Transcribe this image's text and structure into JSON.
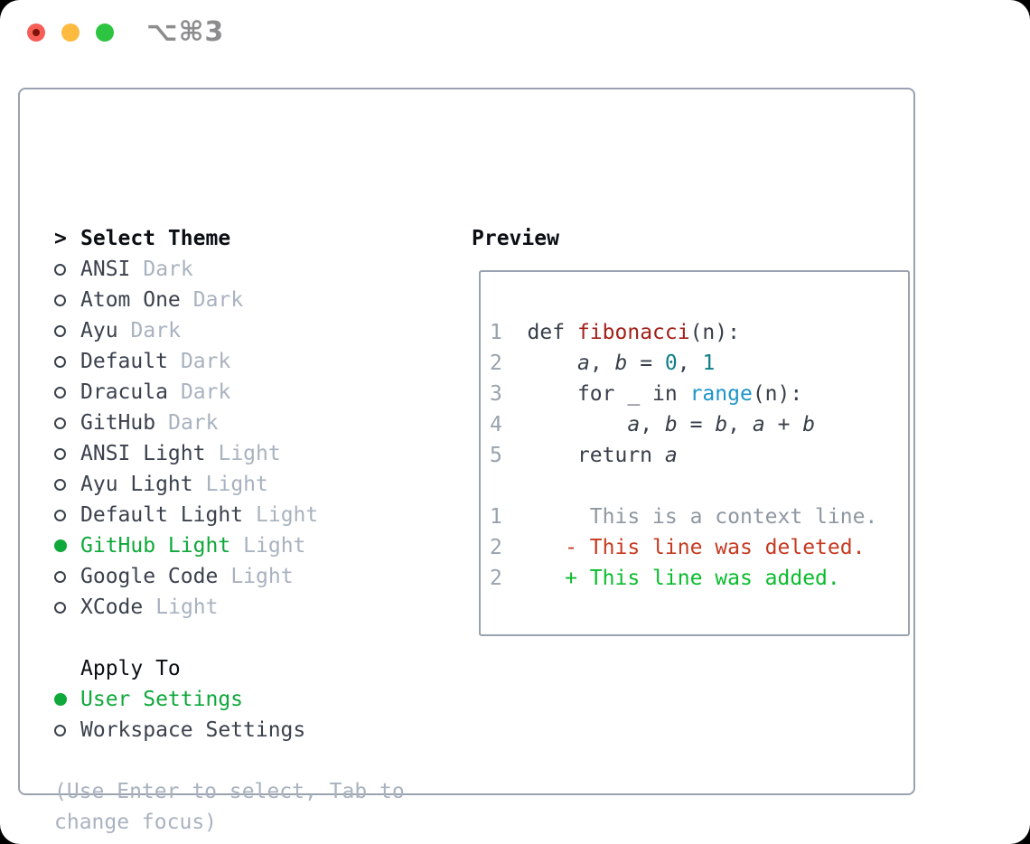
{
  "window": {
    "title": "⌥⌘3"
  },
  "colors": {
    "tl_close": "#f75e56",
    "tl_close_dot": "#7d130a",
    "tl_min": "#fcbb3f",
    "tl_zoom": "#2cc440",
    "title": "#8d8d8f",
    "border": "#9aa2b0",
    "heading": "#0b0e13",
    "item": "#3b414d",
    "tag": "#a9b2bf",
    "selected": "#0fa83a",
    "help": "#a9b2bf",
    "linenum": "#98a2ad",
    "code": "#383e49",
    "func": "#a32019",
    "num": "#0f7f88",
    "call": "#1f94c9",
    "context": "#8e97a1",
    "deleted": "#c53a20",
    "added": "#0abc2c"
  },
  "theme_picker": {
    "prompt": ">",
    "heading": "Select Theme",
    "items": [
      {
        "name": "ANSI",
        "tag": "Dark",
        "selected": false
      },
      {
        "name": "Atom One",
        "tag": "Dark",
        "selected": false
      },
      {
        "name": "Ayu",
        "tag": "Dark",
        "selected": false
      },
      {
        "name": "Default",
        "tag": "Dark",
        "selected": false
      },
      {
        "name": "Dracula",
        "tag": "Dark",
        "selected": false
      },
      {
        "name": "GitHub",
        "tag": "Dark",
        "selected": false
      },
      {
        "name": "ANSI Light",
        "tag": "Light",
        "selected": false
      },
      {
        "name": "Ayu Light",
        "tag": "Light",
        "selected": false
      },
      {
        "name": "Default Light",
        "tag": "Light",
        "selected": false
      },
      {
        "name": "GitHub Light",
        "tag": "Light",
        "selected": true
      },
      {
        "name": "Google Code",
        "tag": "Light",
        "selected": false
      },
      {
        "name": "XCode",
        "tag": "Light",
        "selected": false
      }
    ],
    "apply_heading": "Apply To",
    "apply_items": [
      {
        "name": "User Settings",
        "selected": true
      },
      {
        "name": "Workspace Settings",
        "selected": false
      }
    ],
    "help_lines": [
      "(Use Enter to select, Tab to",
      "change focus)"
    ]
  },
  "preview": {
    "heading": "Preview",
    "code_lines": [
      {
        "num": "1",
        "segments": [
          [
            "  def ",
            "code"
          ],
          [
            "fibonacci",
            "func"
          ],
          [
            "(n):",
            "code"
          ]
        ]
      },
      {
        "num": "2",
        "segments": [
          [
            "      ",
            "code"
          ],
          [
            "a",
            "var"
          ],
          [
            ", ",
            "code"
          ],
          [
            "b",
            "var"
          ],
          [
            " = ",
            "code"
          ],
          [
            "0",
            "num"
          ],
          [
            ", ",
            "code"
          ],
          [
            "1",
            "num"
          ]
        ]
      },
      {
        "num": "3",
        "segments": [
          [
            "      for _ in ",
            "code"
          ],
          [
            "range",
            "call"
          ],
          [
            "(n):",
            "code"
          ]
        ]
      },
      {
        "num": "4",
        "segments": [
          [
            "          ",
            "code"
          ],
          [
            "a",
            "var"
          ],
          [
            ", ",
            "code"
          ],
          [
            "b",
            "var"
          ],
          [
            " = ",
            "code"
          ],
          [
            "b",
            "var"
          ],
          [
            ", ",
            "code"
          ],
          [
            "a",
            "var"
          ],
          [
            " + ",
            "code"
          ],
          [
            "b",
            "var"
          ]
        ]
      },
      {
        "num": "5",
        "segments": [
          [
            "      return ",
            "code"
          ],
          [
            "a",
            "var"
          ]
        ]
      },
      {
        "num": "",
        "segments": []
      },
      {
        "num": "1",
        "segments": [
          [
            "       This is a context line.",
            "context"
          ]
        ]
      },
      {
        "num": "2",
        "segments": [
          [
            "     ",
            "code"
          ],
          [
            "- This line was deleted.",
            "deleted"
          ]
        ]
      },
      {
        "num": "2",
        "segments": [
          [
            "     ",
            "code"
          ],
          [
            "+ This line was added.",
            "added"
          ]
        ]
      }
    ]
  }
}
